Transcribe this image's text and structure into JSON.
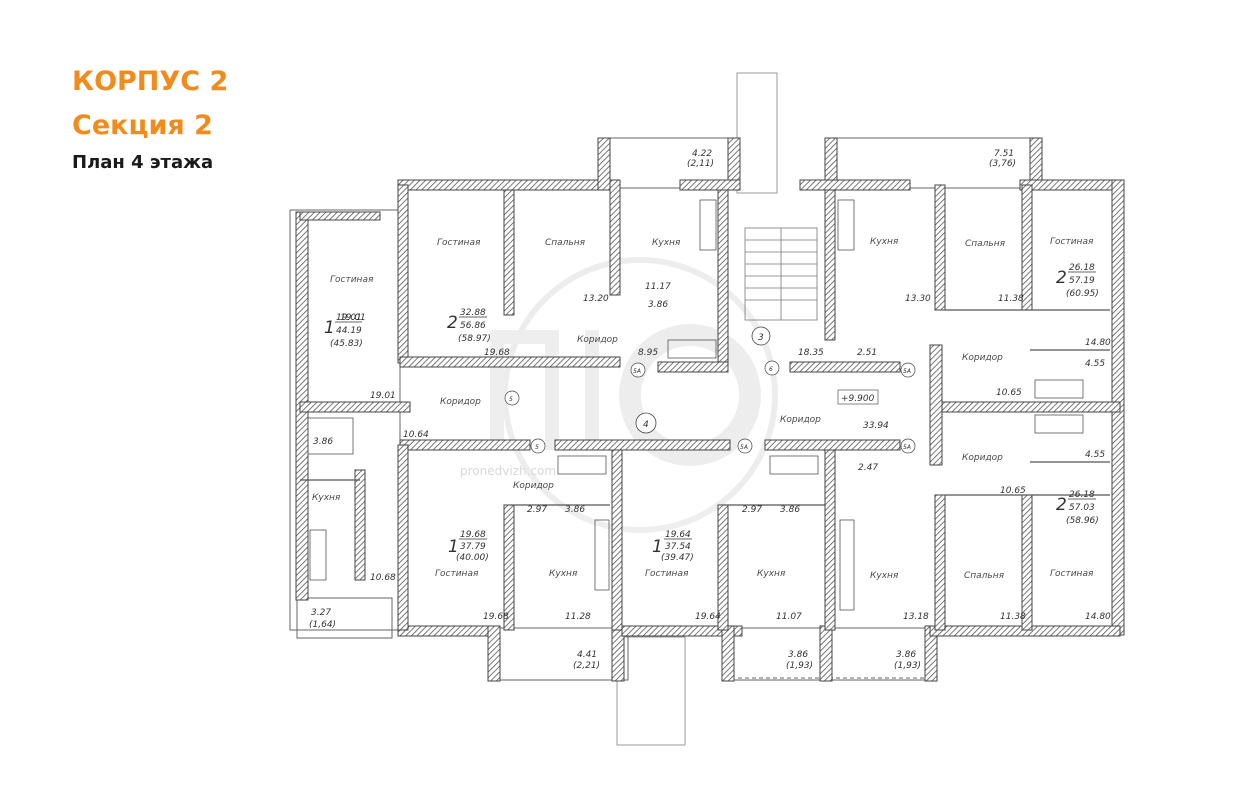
{
  "header": {
    "building": "КОРПУС 2",
    "section": "Секция 2",
    "floor_plan": "План 4 этажа"
  },
  "watermark": "pronedvizh.com",
  "level_mark": "+9.900",
  "stair_number": "3",
  "corridor_number": "4",
  "markers": [
    "5",
    "5",
    "5А",
    "5А",
    "5А",
    "5А",
    "6"
  ],
  "rooms": {
    "living": "Гостиная",
    "bedroom": "Спальня",
    "kitchen": "Кухня",
    "corridor": "Коридор"
  },
  "apartments": [
    {
      "rooms": "1",
      "living": "19.01",
      "total": "44.19",
      "gross": "(45.83)"
    },
    {
      "rooms": "2",
      "living": "32.88",
      "total": "56.86",
      "gross": "(58.97)"
    },
    {
      "rooms": "2",
      "living": "26.18",
      "total": "57.19",
      "gross": "(60.95)"
    },
    {
      "rooms": "1",
      "living": "19.68",
      "total": "37.79",
      "gross": "(40.00)"
    },
    {
      "rooms": "1",
      "living": "19.64",
      "total": "37.54",
      "gross": "(39.47)"
    },
    {
      "rooms": "2",
      "living": "26.18",
      "total": "57.03",
      "gross": "(58.96)"
    }
  ],
  "balconies": [
    {
      "area": "4.22",
      "reduced": "(2,11)"
    },
    {
      "area": "7.51",
      "reduced": "(3,76)"
    },
    {
      "area": "3.27",
      "reduced": "(1,64)"
    },
    {
      "area": "4.41",
      "reduced": "(2,21)"
    },
    {
      "area": "3.86",
      "reduced": "(1,93)"
    },
    {
      "area": "3.86",
      "reduced": "(1,93)"
    }
  ],
  "areas": [
    "19.01",
    "13.20",
    "11.17",
    "3.86",
    "19.68",
    "8.95",
    "18.35",
    "2.51",
    "13.30",
    "11.38",
    "14.80",
    "4.55",
    "10.65",
    "19.01",
    "10.64",
    "3.86",
    "33.94",
    "2.47",
    "4.55",
    "10.65",
    "2.97",
    "3.86",
    "2.97",
    "3.86",
    "10.68",
    "19.68",
    "11.28",
    "19.64",
    "11.07",
    "13.18",
    "11.38",
    "14.80"
  ]
}
